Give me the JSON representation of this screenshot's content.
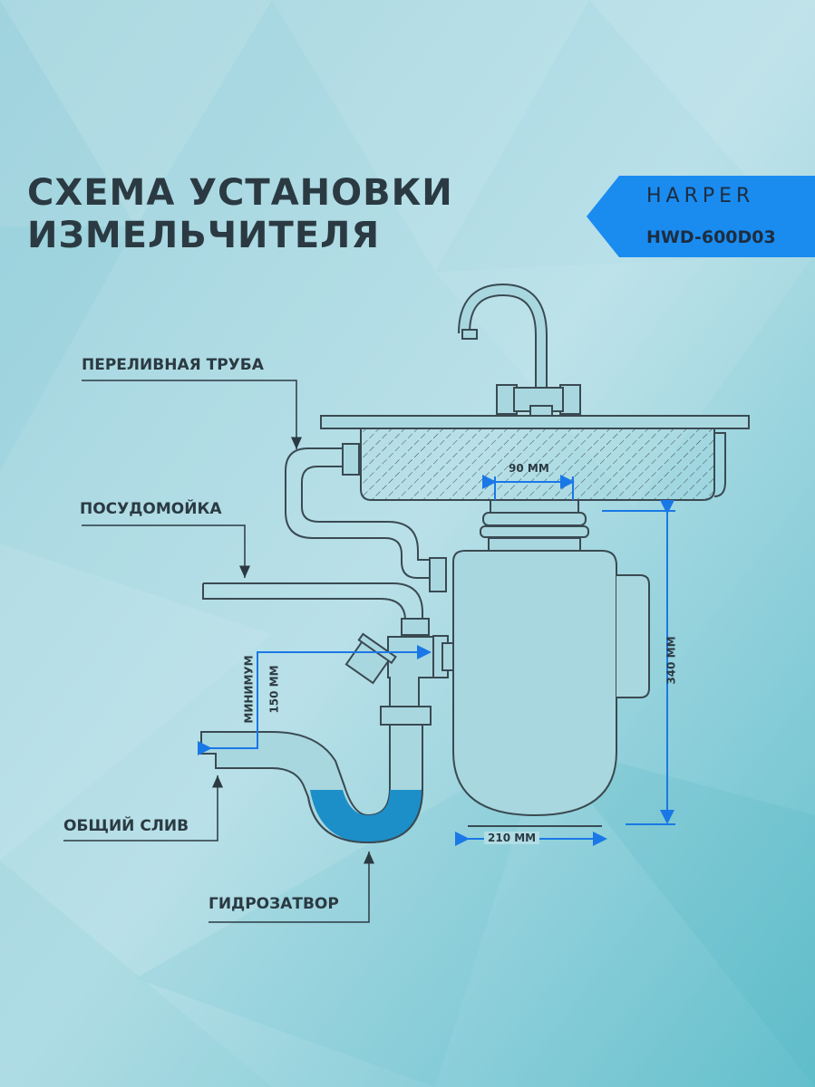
{
  "title": {
    "line1": "СХЕМА УСТАНОВКИ",
    "line2": "ИЗМЕЛЬЧИТЕЛЯ"
  },
  "brand": {
    "name": "HARPER",
    "model": "HWD-600D03",
    "banner_color": "#1a8cf0"
  },
  "labels": {
    "overflow_pipe": "ПЕРЕЛИВНАЯ ТРУБА",
    "dishwasher": "ПОСУДОМОЙКА",
    "common_drain": "ОБЩИЙ СЛИВ",
    "water_seal": "ГИДРОЗАТВОР"
  },
  "dimensions": {
    "flange_width": "90 ММ",
    "height": "340 ММ",
    "width": "210 ММ",
    "min_label": "МИНИМУМ",
    "min_value": "150 ММ"
  },
  "colors": {
    "dimension_blue": "#1a78e6",
    "water": "#1c8fc9",
    "outline": "#3a4a52"
  }
}
